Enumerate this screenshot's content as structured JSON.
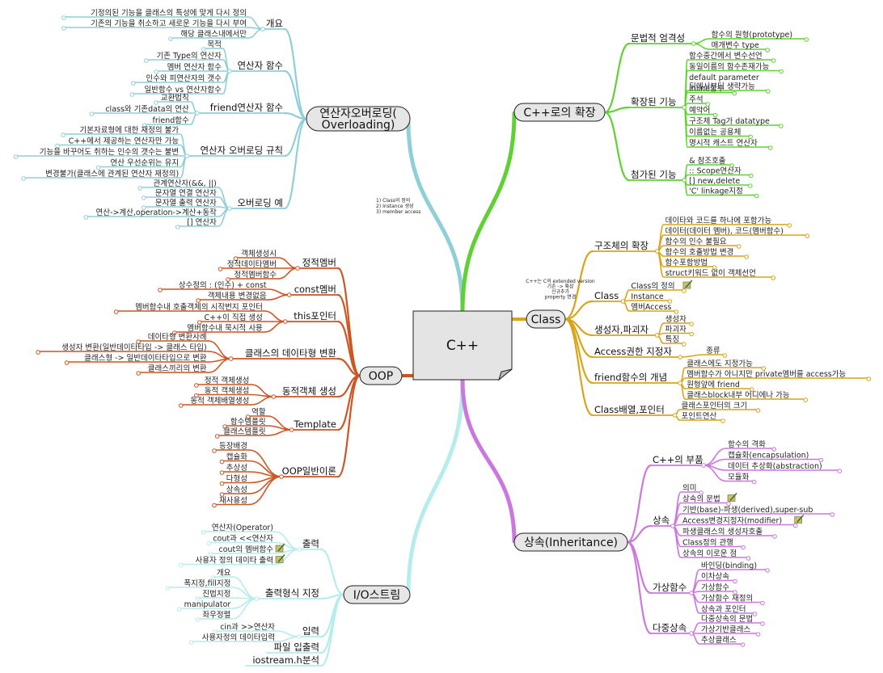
{
  "center": {
    "label": "C++"
  },
  "colors": {
    "overloading": "#8fcfd8",
    "extension": "#5fd133",
    "class": "#d8a419",
    "oop": "#cc5522",
    "io": "#b6ecec",
    "inheritance": "#cc77dd"
  },
  "notes": {
    "overloading": [
      "1) Class의 정의",
      "2) Instance 생성",
      "3) member access"
    ],
    "class": [
      "C++는 C의 extended version",
      "기존 -> 확장",
      "신규추가",
      "property 변경"
    ]
  },
  "branches": {
    "overloading": {
      "label_line1": "연산자오버로딩(",
      "label_line2": "Overloading)",
      "subs": [
        {
          "label": "개요",
          "leaves": [
            "기정의된 기능을 클래스의 특성에 맞게 다시 정의",
            "기존의 기능을 취소하고 새로운 기능을 다시 부여",
            "해당 클래스내에서만"
          ]
        },
        {
          "label": "연산자 함수",
          "leaves": [
            "목적",
            "기존 Type의 연산자",
            "멤버 연산자 함수",
            "인수와 피연산자의 갯수",
            "일반함수 vs 연산자함수"
          ]
        },
        {
          "label": "friend연산자 함수",
          "leaves": [
            "교환법칙",
            "class와 기존data의 연산",
            "friend함수"
          ]
        },
        {
          "label": "연산자 오버로딩 규칙",
          "leaves": [
            "기본자료형에 대한 재정의 불가",
            "C++에서 제공하는 연산자만 가능",
            "기능을 바꾸어도 취하는 인수의 갯수는 불변",
            "연산 우선순위는 유지",
            "변경불가(클래스에 관계된 연산자 재정의)"
          ]
        },
        {
          "label": "오버로딩 예",
          "leaves": [
            "관계연산자(&&, ||)",
            "문자열 연결 연산자",
            "문자열 출력 연산자",
            "연산->계산,operation->계산+동작",
            "[] 연산자"
          ]
        }
      ]
    },
    "extension": {
      "label": "C++로의 확장",
      "subs": [
        {
          "label": "문법적 엄격성",
          "leaves": [
            "함수의 원형(prototype)",
            "매개변수 type"
          ]
        },
        {
          "label": "확장된 기능",
          "leaves": [
            "함수중간에서 변수선언",
            "동일이름의 함수존재가능",
            "default parameter\n뒤에서부터 생략가능",
            "inline함수",
            "주석",
            "예약어",
            "구조체 Tag가 datatype",
            "이름없는 공용체",
            "명시적 캐스트 연산자"
          ]
        },
        {
          "label": "첨가된 기능",
          "leaves": [
            "& 참조호출",
            ":: Scope연산자",
            "[] new,delete",
            "'C' linkage지정"
          ]
        }
      ]
    },
    "class": {
      "label": "Class",
      "subs": [
        {
          "label": "구조체의 확장",
          "leaves": [
            "데이타와 코드를 하나에 포함가능",
            "데이터(데이터 멤버), 코드(멤버함수)",
            "함수의 인수 불필요",
            "함수의 호출방법 변경",
            "함수포함방법",
            "struct키워드 없이 객체선언"
          ]
        },
        {
          "label": "Class",
          "leaves": [
            "Class의 정의",
            "Instance",
            "멤버Access"
          ]
        },
        {
          "label": "생성자,파괴자",
          "leaves": [
            "생성자",
            "파괴자",
            "특징"
          ]
        },
        {
          "label": "Access권한 지정자",
          "leaves": [
            "종류"
          ]
        },
        {
          "label": "friend함수의 개념",
          "leaves": [
            "클래스에도 지정가능",
            "멤버함수가 아니지만 private멤버를 access가능",
            "원형앞에 friend",
            "클래스block내부 어디에나 가능"
          ]
        },
        {
          "label": "Class배열,포인터",
          "leaves": [
            "클래스포인터의 크기",
            "포인트연산"
          ]
        }
      ]
    },
    "oop": {
      "label": "OOP",
      "subs": [
        {
          "label": "정적멤버",
          "leaves": [
            "객체생성시",
            "정적데이타멤버",
            "정적멤버함수"
          ]
        },
        {
          "label": "const멤버",
          "leaves": [
            "상수정의 : (인수) + const",
            "객체내용 변경없음"
          ]
        },
        {
          "label": "this포인터",
          "leaves": [
            "멤버함수내 호출객체의 시작번지 포인터",
            "C++이 직접 생성",
            "멤버함수내 묵시적 사용"
          ]
        },
        {
          "label": "클래스의 데이타형 변환",
          "leaves": [
            "데이타형 변환사례",
            "생성자 변환(일반데이타타입 -> 클래스 타입)",
            "클래스형 -> 일반데이타타입으로 변환",
            "클래스끼리의 변환"
          ]
        },
        {
          "label": "동적객체 생성",
          "leaves": [
            "정적 객체생성",
            "동적 객체생성",
            "동적 객체배열생성"
          ]
        },
        {
          "label": "Template",
          "leaves": [
            "역할",
            "함수템플릿",
            "클래스템플릿"
          ]
        },
        {
          "label": "OOP일반이론",
          "leaves": [
            "등장배경",
            "캡슐화",
            "추상성",
            "다형성",
            "상속성",
            "재사용성"
          ]
        }
      ]
    },
    "io": {
      "label": "I/O스트림",
      "subs": [
        {
          "label": "출력",
          "leaves": [
            "연산자(Operator)",
            "cout과 <<연산자",
            "cout의 멤버함수",
            "사용자 정의 데이타 출력"
          ]
        },
        {
          "label": "출력형식 지정",
          "leaves": [
            "개요",
            "폭지정,fill지정",
            "진법지정",
            "manipulator",
            "좌우정렬"
          ]
        },
        {
          "label": "입력",
          "leaves": [
            "cin과 >>연산자",
            "사용자정의 데이타입력"
          ]
        },
        {
          "label": "파일 입출력",
          "leaves": []
        },
        {
          "label": "iostream.h분석",
          "leaves": []
        }
      ]
    },
    "inheritance": {
      "label": "상속(Inheritance)",
      "subs": [
        {
          "label": "C++의 부품",
          "leaves": [
            "함수의 격화",
            "캡슐화(encapsulation)",
            "데이터 추상화(abstraction)",
            "모듈화"
          ]
        },
        {
          "label": "상속",
          "leaves": [
            "의미",
            "상속의 문법",
            "기반(base)-파생(derived),super-sub",
            "Access변경지정자(modifier)",
            "파생클래스의 생성자호출",
            "Class정의 관행",
            "상속의 이로운 점"
          ]
        },
        {
          "label": "가상함수",
          "leaves": [
            "바인딩(binding)",
            "이차상속",
            "가상함수",
            "가상함수 재정의",
            "상속과 포인터"
          ]
        },
        {
          "label": "다중상속",
          "leaves": [
            "다중상속의 문법",
            "가상기반클래스",
            "추상클래스"
          ]
        }
      ]
    }
  },
  "note_icon_items": [
    "Class의 정의",
    "cout의 멤버함수",
    "사용자 정의 데이타 출력",
    "상속의 문법",
    "Access변경지정자(modifier)"
  ]
}
